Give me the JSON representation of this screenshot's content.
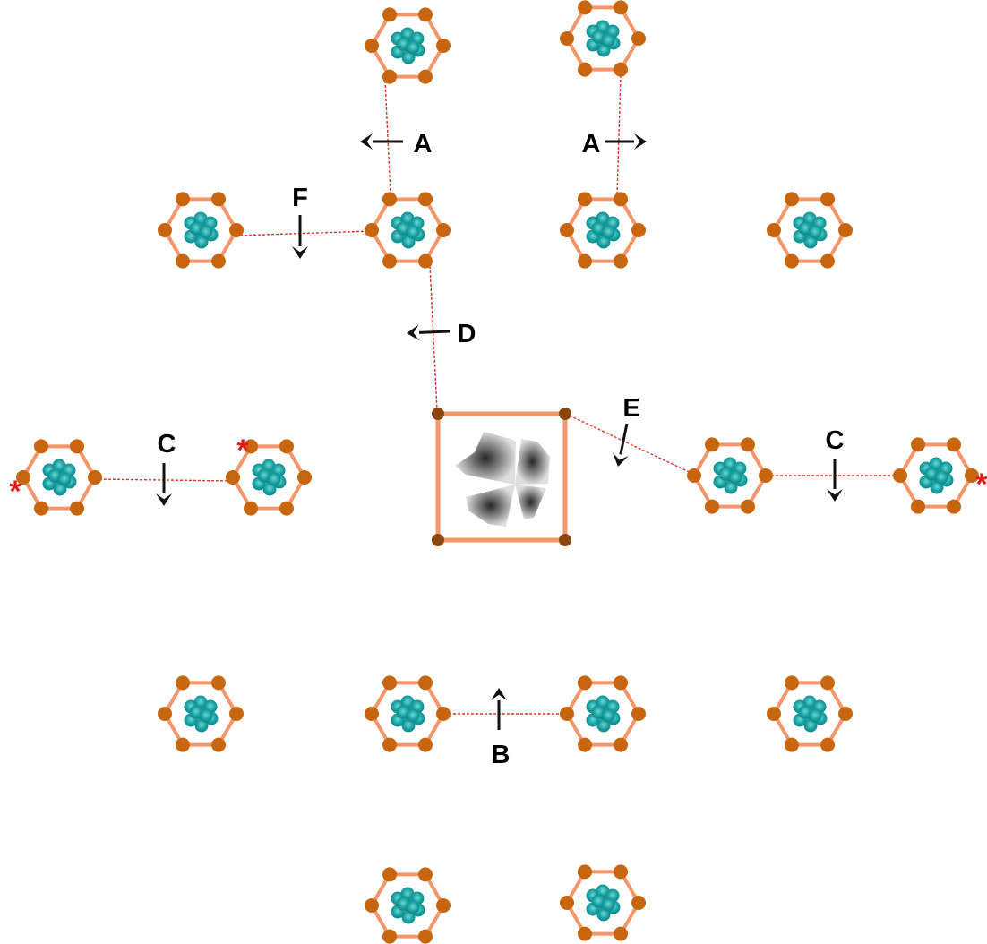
{
  "labels": {
    "A": "A",
    "B": "B",
    "C": "C",
    "D": "D",
    "E": "E",
    "F": "F",
    "star": "*"
  },
  "colors": {
    "hex_stroke": "#f4956a",
    "vertex": "#c8650f",
    "square_vertex": "#8a4510",
    "cluster": "#1aa3a3",
    "cluster_dark": "#0b7f86",
    "link": "#e0322b",
    "arrow": "#111111",
    "star": "#e01a1a"
  },
  "icons": {
    "hexagon": "hexagonal-ring-with-cluster-icon",
    "square": "square-frame-with-gradient-star-icon",
    "arrow": "arrow-icon",
    "star": "asterisk-marker"
  }
}
